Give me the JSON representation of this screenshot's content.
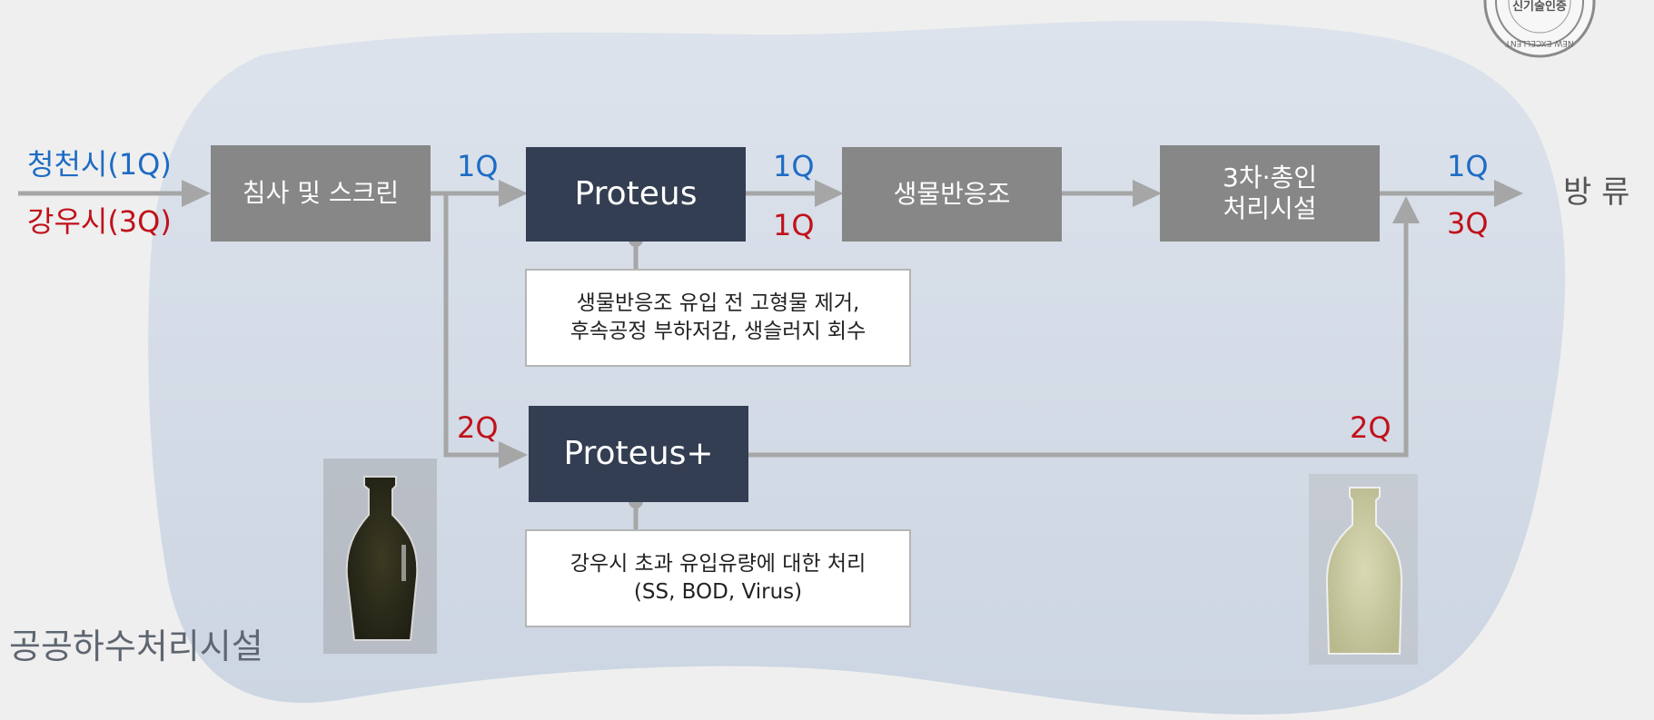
{
  "colors": {
    "box_gray": "#878787",
    "box_navy": "#343e52",
    "arrow": "#a6a6a6",
    "label_blue": "#1e6cc4",
    "label_red": "#c0111a",
    "background_blob": "#d6dde8"
  },
  "inputs": {
    "dry": "청천시(1Q)",
    "rain": "강우시(3Q)"
  },
  "boxes": {
    "screen": "침사 및 스크린",
    "proteus": "Proteus",
    "bioreactor": "생물반응조",
    "tertiary_line1": "3차·총인",
    "tertiary_line2": "처리시설",
    "proteus_plus": "Proteus+"
  },
  "notes": {
    "proteus_line1": "생물반응조 유입 전 고형물 제거,",
    "proteus_line2": "후속공정 부하저감, 생슬러지 회수",
    "proteus_plus_line1": "강우시 초과 유입유량에 대한 처리",
    "proteus_plus_line2": "(SS, BOD, Virus)"
  },
  "flow_labels": {
    "after_screen": "1Q",
    "after_proteus_blue": "1Q",
    "after_proteus_red": "1Q",
    "bypass_2q_left": "2Q",
    "bypass_2q_right": "2Q",
    "out_blue": "1Q",
    "out_red": "3Q"
  },
  "output": "방 류",
  "caption": "공공하수처리시설",
  "seal": {
    "text_korean": "신기술인증",
    "text_english": "NEW EXCELLENT"
  }
}
